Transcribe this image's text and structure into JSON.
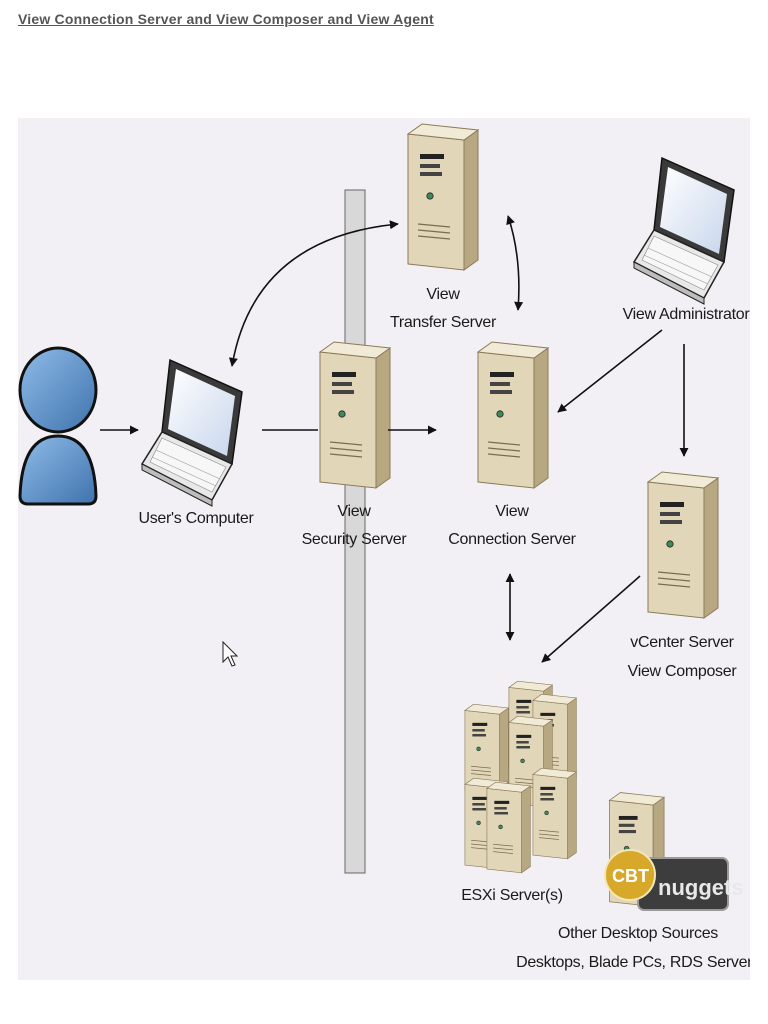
{
  "page": {
    "heading": "View Connection Server and View Composer and View Agent"
  },
  "diagram": {
    "labels": {
      "users_computer": "User's Computer",
      "security_server_line1": "View",
      "security_server_line2": "Security Server",
      "transfer_server_line1": "View",
      "transfer_server_line2": "Transfer Server",
      "connection_server_line1": "View",
      "connection_server_line2": "Connection Server",
      "view_administrator": "View Administrator",
      "vcenter_line1": "vCenter Server",
      "vcenter_line2": "View Composer",
      "esxi_servers": "ESXi Server(s)",
      "other_sources_line1": "Other Desktop Sources",
      "other_sources_line2": "Desktops, Blade PCs, RDS Servers"
    },
    "watermark": {
      "part1": "CBT",
      "part2": "nuggets"
    },
    "icons": {
      "user": "user-icon",
      "laptop": "laptop-icon",
      "server": "server-icon",
      "server_cluster": "server-cluster-icon",
      "firewall": "firewall-icon",
      "cursor": "mouse-cursor-icon"
    },
    "colors": {
      "panel_bg": "#f2f0f4",
      "server_front": "#e2d6b8",
      "server_side": "#b8a882",
      "server_top": "#f1ead6",
      "user_fill": "#5b8fc7",
      "firewall_fill": "#d8d8d8",
      "arrow": "#111111",
      "badge_dark": "#3d3d3d",
      "badge_gold": "#d7a82a"
    }
  }
}
